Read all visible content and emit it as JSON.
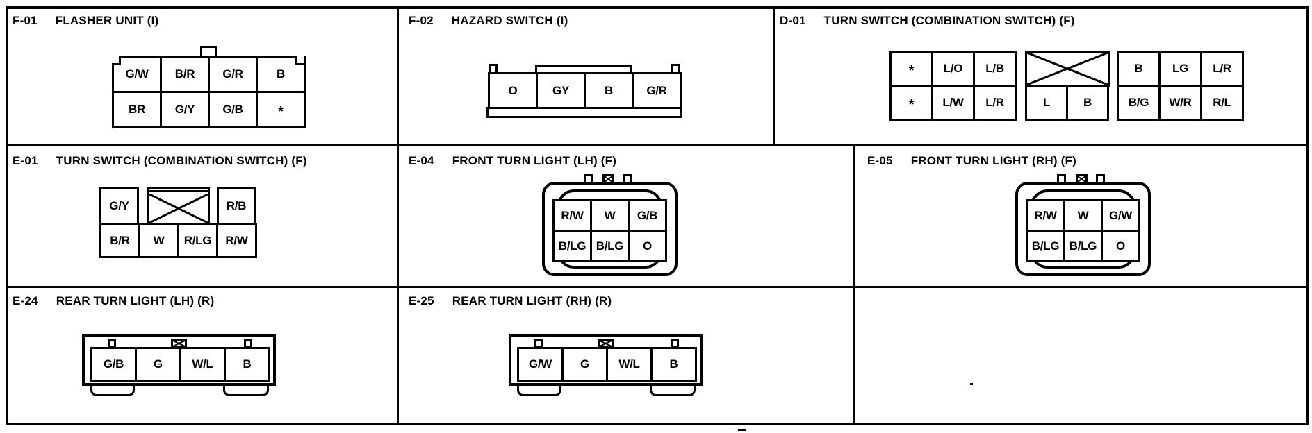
{
  "page": {
    "background": "#ffffff",
    "line_color": "#000000"
  },
  "sections": {
    "f01": {
      "code": "F-01",
      "name": "FLASHER UNIT (I)"
    },
    "f02": {
      "code": "F-02",
      "name": "HAZARD SWITCH (I)"
    },
    "d01": {
      "code": "D-01",
      "name": "TURN SWITCH (COMBINATION SWITCH) (F)"
    },
    "e01": {
      "code": "E-01",
      "name": "TURN SWITCH (COMBINATION SWITCH) (F)"
    },
    "e04": {
      "code": "E-04",
      "name": "FRONT TURN LIGHT (LH) (F)"
    },
    "e05": {
      "code": "E-05",
      "name": "FRONT TURN LIGHT (RH) (F)"
    },
    "e24": {
      "code": "E-24",
      "name": "REAR TURN LIGHT (LH) (R)"
    },
    "e25": {
      "code": "E-25",
      "name": "REAR TURN LIGHT (RH) (R)"
    }
  },
  "connectors": {
    "f01": {
      "rows": [
        [
          "G/W",
          "B/R",
          "G/R",
          "B"
        ],
        [
          "BR",
          "G/Y",
          "G/B",
          "*"
        ]
      ]
    },
    "f02": {
      "pins": [
        "O",
        "GY",
        "B",
        "G/R"
      ]
    },
    "d01": {
      "block1": [
        [
          "*",
          "L/O",
          "L/B"
        ],
        [
          "*",
          "L/W",
          "L/R"
        ]
      ],
      "block2": [
        "L",
        "B"
      ],
      "block3": [
        [
          "B",
          "LG",
          "L/R"
        ],
        [
          "B/G",
          "W/R",
          "R/L"
        ]
      ]
    },
    "e01": {
      "top_left": "G/Y",
      "top_right": "R/B",
      "bottom": [
        "B/R",
        "W",
        "R/LG",
        "R/W"
      ]
    },
    "e04": {
      "rows": [
        [
          "R/W",
          "W",
          "G/B"
        ],
        [
          "B/LG",
          "B/LG",
          "O"
        ]
      ]
    },
    "e05": {
      "rows": [
        [
          "R/W",
          "W",
          "G/W"
        ],
        [
          "B/LG",
          "B/LG",
          "O"
        ]
      ]
    },
    "e24": {
      "pins": [
        "G/B",
        "G",
        "W/L",
        "B"
      ]
    },
    "e25": {
      "pins": [
        "G/W",
        "G",
        "W/L",
        "B"
      ]
    }
  }
}
